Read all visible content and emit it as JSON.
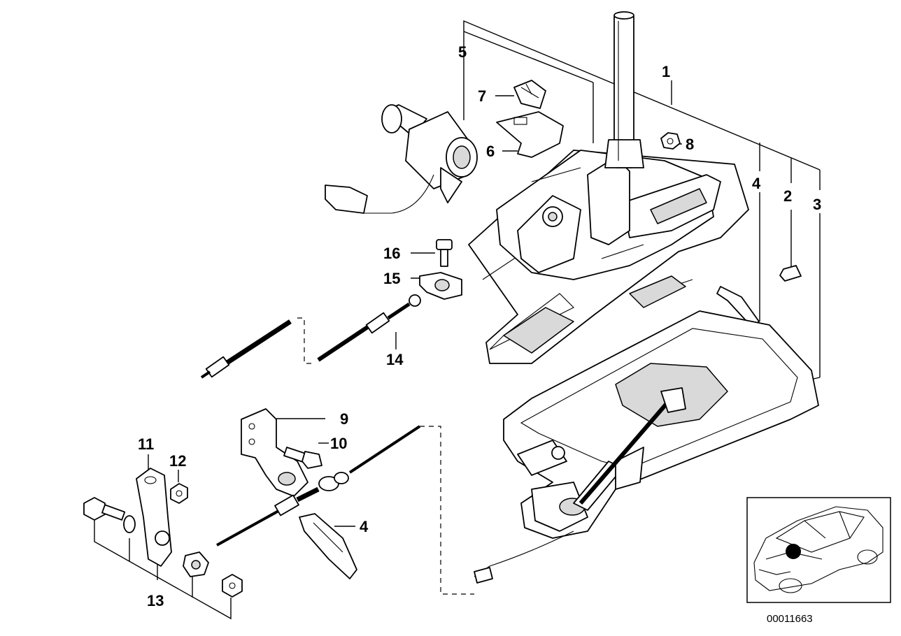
{
  "callouts": {
    "c1": "1",
    "c2": "2",
    "c3": "3",
    "c4a": "4",
    "c4b": "4",
    "c5": "5",
    "c6": "6",
    "c7": "7",
    "c8": "8",
    "c9": "9",
    "c10": "10",
    "c11": "11",
    "c12": "12",
    "c13": "13",
    "c14": "14",
    "c15": "15",
    "c16": "16"
  },
  "document_number": "00011663",
  "locator_inset": {
    "marker_color": "#000000"
  }
}
